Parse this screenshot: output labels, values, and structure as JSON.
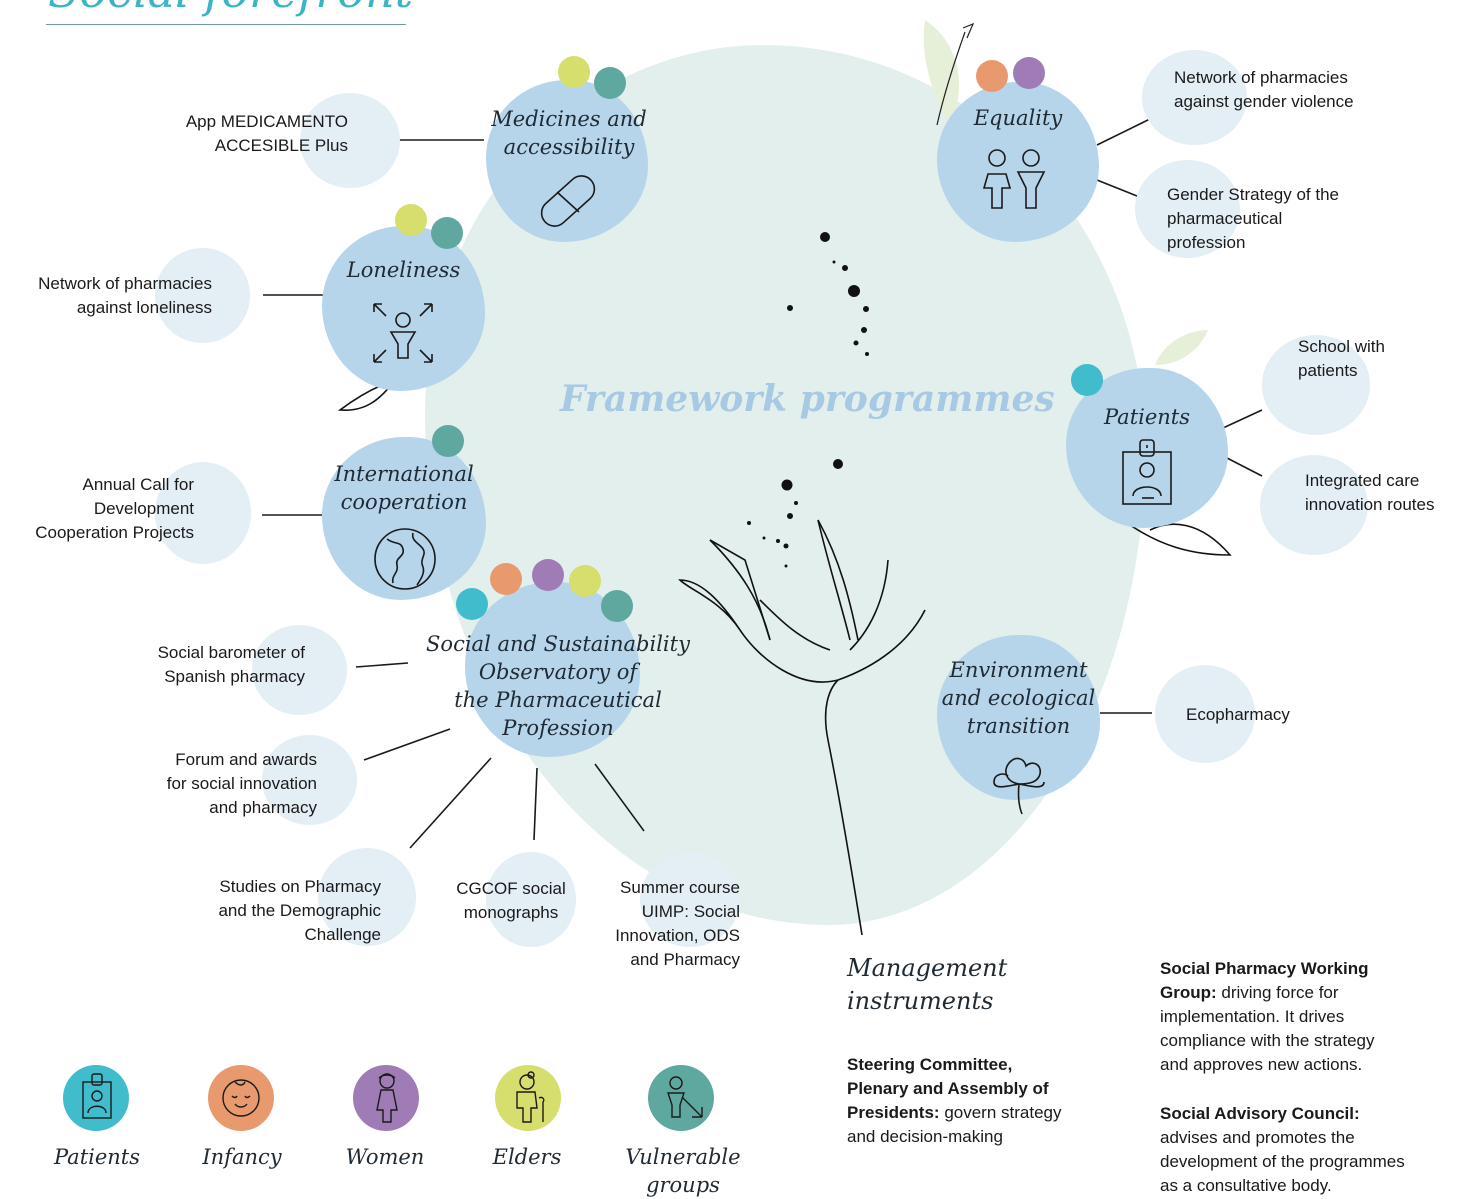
{
  "title": "Social forefront",
  "center_label": "Framework programmes",
  "colors": {
    "patients": "#41bccd",
    "infancy": "#e89a6e",
    "women": "#a07cb7",
    "elders": "#d6de6e",
    "vulnerable": "#5fa8a0",
    "programme_circle": "#b6d4ea",
    "action_bubble": "#e3eef5",
    "background_blob": "#e2efed",
    "title": "#3bb4c6"
  },
  "programmes": {
    "medicines": {
      "label_1": "Medicines and",
      "label_2": "accessibility",
      "icon": "capsule-icon",
      "actions": [
        "App MEDICAMENTO ACCESIBLE Plus"
      ]
    },
    "equality": {
      "label": "Equality",
      "icon": "man-woman-icon",
      "actions": [
        "Network of pharmacies against gender violence",
        "Gender Strategy of the pharmaceutical profession"
      ]
    },
    "loneliness": {
      "label": "Loneliness",
      "icon": "lonely-person-icon",
      "actions": [
        "Network of pharmacies against loneliness"
      ]
    },
    "patients": {
      "label": "Patients",
      "icon": "patient-badge-icon",
      "actions": [
        "School with patients",
        "Integrated care innovation routes"
      ]
    },
    "international": {
      "label_1": "International",
      "label_2": "cooperation",
      "icon": "globe-icon",
      "actions": [
        "Annual Call for Development Cooperation Projects"
      ]
    },
    "observatory": {
      "label_1": "Social and Sustainability",
      "label_2": "Observatory of",
      "label_3": "the Pharmaceutical",
      "label_4": "Profession",
      "actions": [
        "Social barometer of Spanish pharmacy",
        "Forum and awards for social innovation and pharmacy",
        "Studies on Pharmacy and the Demographic Challenge",
        "CGCOF social monographs",
        "Summer course UIMP: Social Innovation, ODS and Pharmacy"
      ]
    },
    "environment": {
      "label_1": "Environment",
      "label_2": "and ecological",
      "label_3": "transition",
      "icon": "clover-icon",
      "actions": [
        "Ecopharmacy"
      ]
    }
  },
  "action_lines": {
    "medicines_1": [
      "App MEDICAMENTO",
      "ACCESIBLE Plus"
    ],
    "equality_1": [
      "Network of pharmacies",
      "against gender violence"
    ],
    "equality_2": [
      "Gender Strategy of the",
      "pharmaceutical",
      "profession"
    ],
    "loneliness_1": [
      "Network of pharmacies",
      "against loneliness"
    ],
    "patients_1": [
      "School with",
      "patients"
    ],
    "patients_2": [
      "Integrated care",
      "innovation routes"
    ],
    "international_1": [
      "Annual Call for",
      "Development",
      "Cooperation Projects"
    ],
    "observatory_1": [
      "Social barometer of",
      "Spanish pharmacy"
    ],
    "observatory_2": [
      "Forum and awards",
      "for social innovation",
      "and pharmacy"
    ],
    "observatory_3": [
      "Studies on Pharmacy",
      "and the Demographic",
      "Challenge"
    ],
    "observatory_4": [
      "CGCOF social",
      "monographs"
    ],
    "observatory_5": [
      "Summer course",
      "UIMP: Social",
      "Innovation, ODS",
      "and Pharmacy"
    ],
    "environment_1": [
      "Ecopharmacy"
    ]
  },
  "legend": [
    {
      "label": "Patients",
      "icon": "patient-badge-icon",
      "color": "#41bccd"
    },
    {
      "label": "Infancy",
      "icon": "baby-face-icon",
      "color": "#e89a6e"
    },
    {
      "label": "Women",
      "icon": "woman-icon",
      "color": "#a07cb7"
    },
    {
      "label": "Elders",
      "icon": "elder-with-cane-icon",
      "color": "#d6de6e"
    },
    {
      "label": "Vulnerable groups",
      "label_1": "Vulnerable",
      "label_2": "groups",
      "icon": "vulnerable-person-icon",
      "color": "#5fa8a0"
    }
  ],
  "management": {
    "title_1": "Management",
    "title_2": "instruments",
    "steering_bold_1": "Steering Committee,",
    "steering_bold_2": "Plenary and Assembly of",
    "steering_bold_3": "Presidents:",
    "steering_text_1": " govern strategy",
    "steering_text_2": "and decision-making",
    "working_bold_1": "Social Pharmacy Working",
    "working_bold_2": "Group:",
    "working_text_1": " driving force for",
    "working_text_2": "implementation. It drives",
    "working_text_3": "compliance with the strategy",
    "working_text_4": "and approves new actions.",
    "advisory_bold": "Social Advisory Council:",
    "advisory_text_1": "advises and promotes the",
    "advisory_text_2": "development of the programmes",
    "advisory_text_3": "as a consultative body."
  }
}
